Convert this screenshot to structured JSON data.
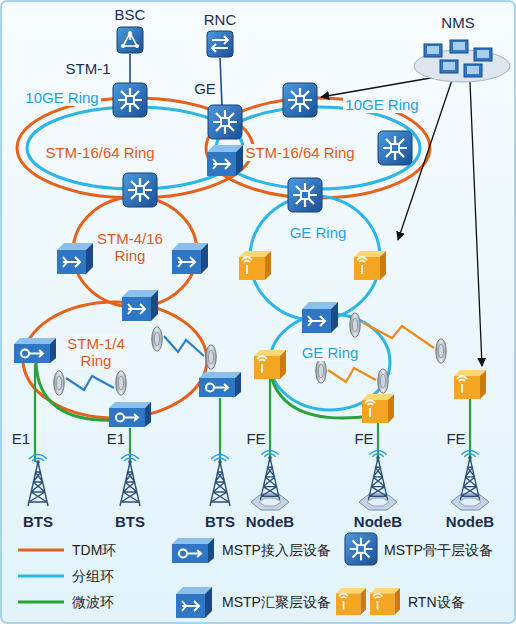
{
  "diagram": {
    "nodes": [
      {
        "text": [
          "BSC"
        ]
      },
      {
        "text": [
          "RNC"
        ]
      },
      {
        "text": [
          "NMS"
        ]
      },
      {
        "text": [
          "BTS"
        ]
      },
      {
        "text": [
          "BTS"
        ]
      },
      {
        "text": [
          "BTS"
        ]
      },
      {
        "text": [
          "NodeB"
        ]
      },
      {
        "text": [
          "NodeB"
        ]
      },
      {
        "text": [
          "NodeB"
        ]
      }
    ],
    "labels": [
      "STM-1",
      "GE",
      "10GE Ring",
      "10GE Ring",
      "STM-16/64 Ring",
      "STM-16/64 Ring",
      "STM-4/16 Ring",
      "GE Ring",
      "STM-1/4 Ring",
      "GE Ring",
      "E1",
      "E1",
      "FE",
      "FE",
      "FE"
    ],
    "legend": [
      {
        "text": "TDM环"
      },
      {
        "text": "分组环"
      },
      {
        "text": "微波环"
      },
      {
        "text": "MSTP接入层设备"
      },
      {
        "text": "MSTP汇聚层设备"
      },
      {
        "text": "MSTP骨干层设备"
      },
      {
        "text": "RTN设备"
      }
    ]
  }
}
